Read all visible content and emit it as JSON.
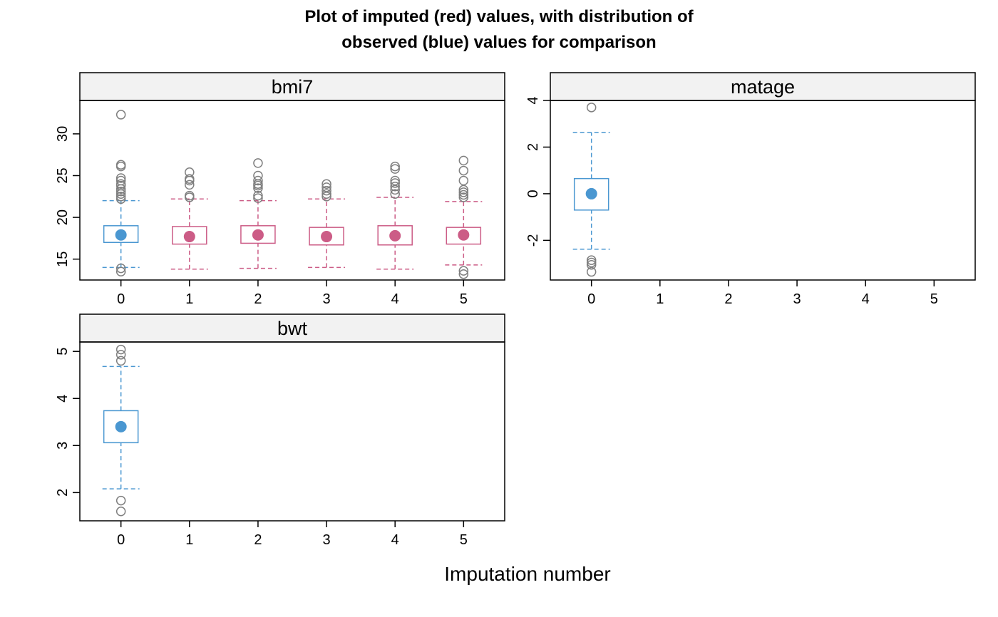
{
  "chart_data": {
    "type": "boxplot",
    "title_lines": [
      "Plot of imputed (red) values, with distribution of",
      "observed (blue) values for comparison"
    ],
    "xlabel": "Imputation number",
    "x_categories": [
      "0",
      "1",
      "2",
      "3",
      "4",
      "5"
    ],
    "colors": {
      "observed": "#4a97d1",
      "imputed": "#cc5c86",
      "outlier": "#7f7f7f",
      "strip": "#f2f2f2"
    },
    "panels": [
      {
        "name": "bmi7",
        "ylim": [
          12.5,
          34.0
        ],
        "yticks": [
          15,
          20,
          25,
          30
        ],
        "boxes": [
          {
            "imputation": 0,
            "kind": "observed",
            "whisker_low": 14.0,
            "q1": 17.0,
            "median": 17.9,
            "q3": 19.0,
            "whisker_high": 22.0,
            "outliers": [
              32.3,
              26.3,
              26.1,
              24.7,
              24.4,
              24.0,
              23.8,
              23.4,
              23.1,
              22.8,
              22.5,
              22.2,
              13.9,
              13.5
            ]
          },
          {
            "imputation": 1,
            "kind": "imputed",
            "whisker_low": 13.8,
            "q1": 16.8,
            "median": 17.7,
            "q3": 18.9,
            "whisker_high": 22.2,
            "outliers": [
              25.4,
              24.6,
              24.4,
              23.9,
              22.6,
              22.4
            ]
          },
          {
            "imputation": 2,
            "kind": "imputed",
            "whisker_low": 13.9,
            "q1": 16.9,
            "median": 17.9,
            "q3": 19.0,
            "whisker_high": 22.0,
            "outliers": [
              26.5,
              25.0,
              24.4,
              24.0,
              23.8,
              23.5,
              22.6,
              22.3
            ]
          },
          {
            "imputation": 3,
            "kind": "imputed",
            "whisker_low": 14.0,
            "q1": 16.7,
            "median": 17.7,
            "q3": 18.8,
            "whisker_high": 22.2,
            "outliers": [
              24.0,
              23.6,
              23.2,
              22.8,
              22.5
            ]
          },
          {
            "imputation": 4,
            "kind": "imputed",
            "whisker_low": 13.8,
            "q1": 16.7,
            "median": 17.8,
            "q3": 19.0,
            "whisker_high": 22.4,
            "outliers": [
              26.1,
              25.8,
              24.4,
              24.1,
              23.7,
              23.3,
              22.8
            ]
          },
          {
            "imputation": 5,
            "kind": "imputed",
            "whisker_low": 14.3,
            "q1": 16.8,
            "median": 17.9,
            "q3": 18.8,
            "whisker_high": 21.9,
            "outliers": [
              26.8,
              25.6,
              24.4,
              23.3,
              23.0,
              22.7,
              22.4,
              13.6,
              13.2
            ]
          }
        ]
      },
      {
        "name": "matage",
        "ylim": [
          -3.7,
          4.0
        ],
        "yticks": [
          -2,
          0,
          2,
          4
        ],
        "boxes": [
          {
            "imputation": 0,
            "kind": "observed",
            "whisker_low": -2.38,
            "q1": -0.7,
            "median": 0.0,
            "q3": 0.65,
            "whisker_high": 2.63,
            "outliers": [
              3.7,
              -2.85,
              -2.95,
              -3.05,
              -3.35
            ]
          }
        ]
      },
      {
        "name": "bwt",
        "ylim": [
          1.4,
          5.2
        ],
        "yticks": [
          2,
          3,
          4,
          5
        ],
        "boxes": [
          {
            "imputation": 0,
            "kind": "observed",
            "whisker_low": 2.08,
            "q1": 3.06,
            "median": 3.4,
            "q3": 3.74,
            "whisker_high": 4.68,
            "outliers": [
              5.04,
              4.93,
              4.8,
              1.83,
              1.6
            ]
          }
        ]
      }
    ]
  }
}
